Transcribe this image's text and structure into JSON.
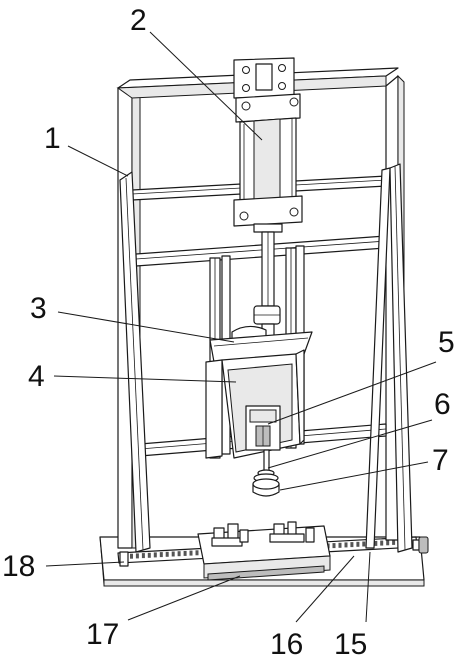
{
  "figure": {
    "labels": [
      {
        "id": "1",
        "text": "1"
      },
      {
        "id": "2",
        "text": "2"
      },
      {
        "id": "3",
        "text": "3"
      },
      {
        "id": "4",
        "text": "4"
      },
      {
        "id": "5",
        "text": "5"
      },
      {
        "id": "6",
        "text": "6"
      },
      {
        "id": "7",
        "text": "7"
      },
      {
        "id": "15",
        "text": "15"
      },
      {
        "id": "16",
        "text": "16"
      },
      {
        "id": "17",
        "text": "17"
      },
      {
        "id": "18",
        "text": "18"
      }
    ]
  },
  "colors": {
    "line": "#1a1a1a",
    "background": "#ffffff",
    "shade": "#e9e9e9"
  }
}
